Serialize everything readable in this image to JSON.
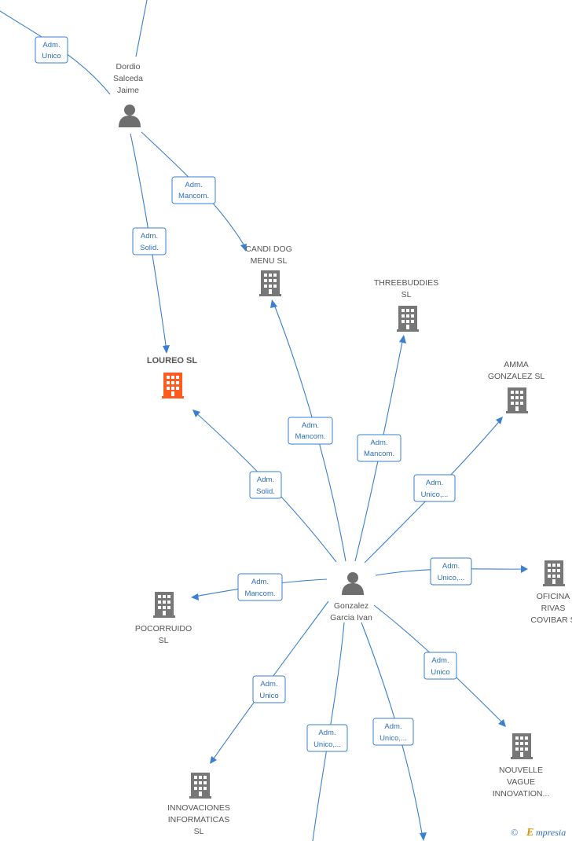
{
  "nodes": {
    "dordio": {
      "lines": [
        "Dordio",
        "Salceda",
        "Jaime"
      ],
      "kind": "person"
    },
    "gonzalez": {
      "lines": [
        "Gonzalez",
        "Garcia Ivan"
      ],
      "kind": "person"
    },
    "loureo": {
      "lines": [
        "LOUREO  SL"
      ],
      "kind": "company-main"
    },
    "candi_dog": {
      "lines": [
        "CANDI DOG",
        "MENU  SL"
      ],
      "kind": "company"
    },
    "threebuddies": {
      "lines": [
        "THREEBUDDIES",
        "SL"
      ],
      "kind": "company"
    },
    "amma": {
      "lines": [
        "AMMA",
        "GONZALEZ  SL"
      ],
      "kind": "company"
    },
    "oficina": {
      "lines": [
        "OFICINA",
        "RIVAS",
        "COVIBAR  S"
      ],
      "kind": "company"
    },
    "pocorruido": {
      "lines": [
        "POCORRUIDO",
        "SL"
      ],
      "kind": "company"
    },
    "nouvelle": {
      "lines": [
        "NOUVELLE",
        "VAGUE",
        "INNOVATION..."
      ],
      "kind": "company"
    },
    "innovaciones": {
      "lines": [
        "INNOVACIONES",
        "INFORMATICAS",
        "SL"
      ],
      "kind": "company"
    }
  },
  "edges": [
    {
      "id": "e1",
      "lines": [
        "Adm.",
        "Unico"
      ]
    },
    {
      "id": "e2",
      "lines": [
        "Adm.",
        "Mancom."
      ]
    },
    {
      "id": "e3",
      "lines": [
        "Adm.",
        "Solid."
      ]
    },
    {
      "id": "e4",
      "lines": [
        "Adm.",
        "Mancom."
      ]
    },
    {
      "id": "e5",
      "lines": [
        "Adm.",
        "Mancom."
      ]
    },
    {
      "id": "e6",
      "lines": [
        "Adm.",
        "Solid."
      ]
    },
    {
      "id": "e7",
      "lines": [
        "Adm.",
        "Unico,..."
      ]
    },
    {
      "id": "e8",
      "lines": [
        "Adm.",
        "Unico,..."
      ]
    },
    {
      "id": "e9",
      "lines": [
        "Adm.",
        "Mancom."
      ]
    },
    {
      "id": "e10",
      "lines": [
        "Adm.",
        "Unico"
      ]
    },
    {
      "id": "e11",
      "lines": [
        "Adm.",
        "Unico"
      ]
    },
    {
      "id": "e12",
      "lines": [
        "Adm.",
        "Unico,..."
      ]
    },
    {
      "id": "e13",
      "lines": [
        "Adm.",
        "Unico,..."
      ]
    }
  ],
  "brand": {
    "copyright": "©",
    "initial": "E",
    "rest": "mpresia"
  },
  "colors": {
    "edge": "#3a7fd0",
    "main_company": "#ff5a1f",
    "company": "#777777",
    "person": "#6e6e6e"
  }
}
